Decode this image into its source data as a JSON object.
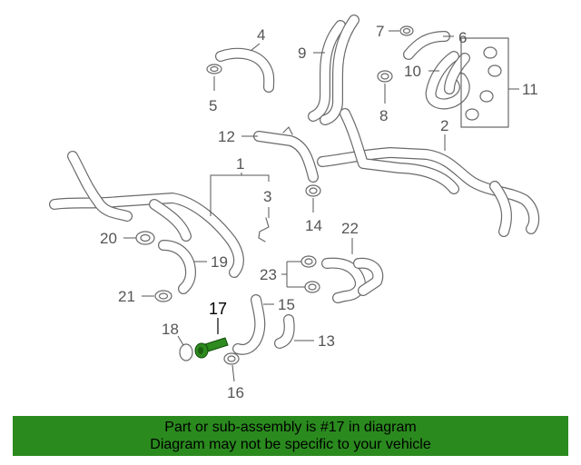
{
  "callouts": {
    "c1": "1",
    "c2": "2",
    "c3": "3",
    "c4": "4",
    "c5": "5",
    "c6": "6",
    "c7": "7",
    "c8": "8",
    "c9": "9",
    "c10": "10",
    "c11": "11",
    "c12": "12",
    "c13": "13",
    "c14": "14",
    "c15": "15",
    "c16": "16",
    "c17": "17",
    "c18": "18",
    "c19": "19",
    "c20": "20",
    "c21": "21",
    "c22": "22",
    "c23": "23"
  },
  "highlight": {
    "part": "17",
    "color": "#2e8b1f"
  },
  "banner": {
    "line1": "Part or sub-assembly is #17 in diagram",
    "line2": "Diagram may not be specific to your vehicle",
    "background": "#2a8a1e"
  }
}
